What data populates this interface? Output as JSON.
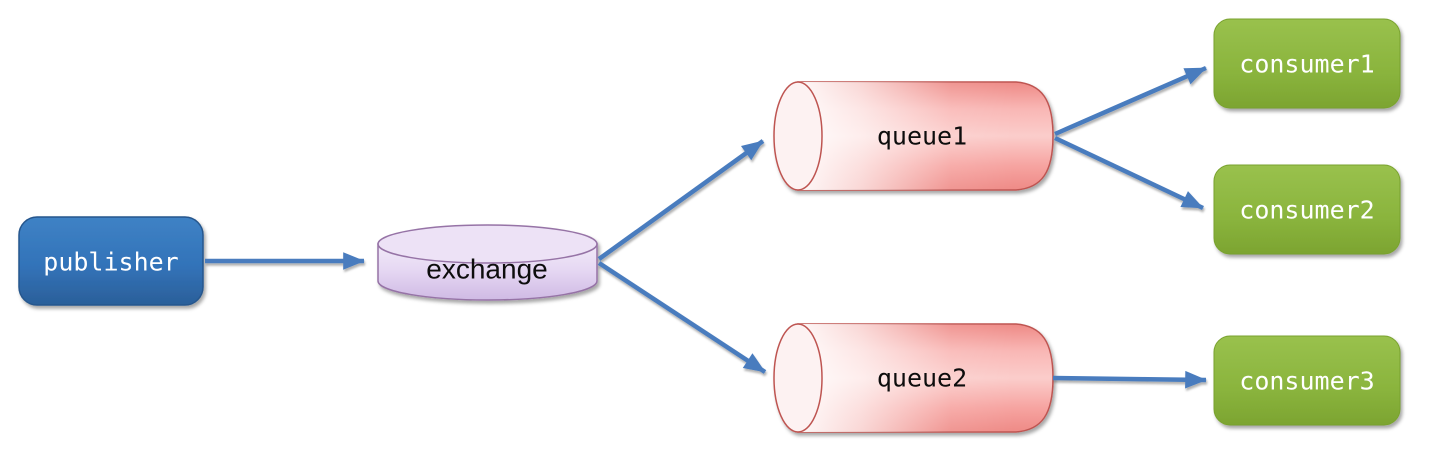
{
  "diagram": {
    "type": "message-flow-diagram",
    "nodes": {
      "publisher": {
        "label": "publisher",
        "shape": "rounded-rect",
        "fill": "#3576BB",
        "border": "#26578D",
        "text_color": "#FFFFFF"
      },
      "exchange": {
        "label": "exchange",
        "shape": "cylinder-vertical",
        "fill": "#E4D5F1",
        "border": "#9673A6",
        "text_color": "#000000"
      },
      "queue1": {
        "label": "queue1",
        "shape": "cylinder-horizontal",
        "fill": "#F9B6B4",
        "border": "#BE5451",
        "text_color": "#000000"
      },
      "queue2": {
        "label": "queue2",
        "shape": "cylinder-horizontal",
        "fill": "#F9B6B4",
        "border": "#BE5451",
        "text_color": "#000000"
      },
      "consumer1": {
        "label": "consumer1",
        "shape": "rounded-rect",
        "fill": "#8AB43D",
        "border": "#79A22E",
        "text_color": "#FFFFFF"
      },
      "consumer2": {
        "label": "consumer2",
        "shape": "rounded-rect",
        "fill": "#8AB43D",
        "border": "#79A22E",
        "text_color": "#FFFFFF"
      },
      "consumer3": {
        "label": "consumer3",
        "shape": "rounded-rect",
        "fill": "#8AB43D",
        "border": "#79A22E",
        "text_color": "#FFFFFF"
      }
    },
    "edges": [
      {
        "from": "publisher",
        "to": "exchange"
      },
      {
        "from": "exchange",
        "to": "queue1"
      },
      {
        "from": "exchange",
        "to": "queue2"
      },
      {
        "from": "queue1",
        "to": "consumer1"
      },
      {
        "from": "queue1",
        "to": "consumer2"
      },
      {
        "from": "queue2",
        "to": "consumer3"
      }
    ],
    "colors": {
      "background": "#FFFFFF",
      "arrow": "#4A7CBE"
    }
  }
}
